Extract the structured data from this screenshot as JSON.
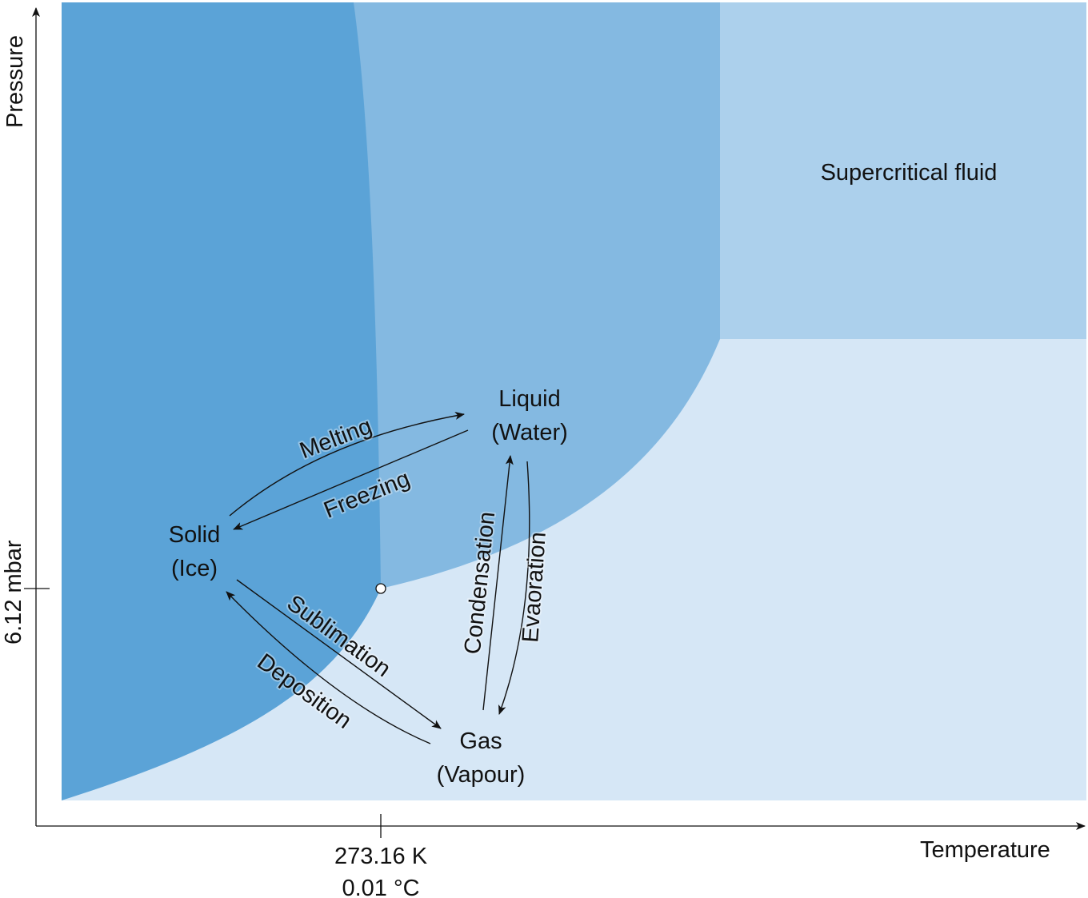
{
  "axes": {
    "x_label": "Temperature",
    "y_label": "Pressure",
    "x_tick": [
      "273.16 K",
      "0.01 °C"
    ],
    "y_tick": "6.12 mbar"
  },
  "regions": {
    "solid": [
      "Solid",
      "(Ice)"
    ],
    "liquid": [
      "Liquid",
      "(Water)"
    ],
    "gas": [
      "Gas",
      "(Vapour)"
    ],
    "supercritical": "Supercritical fluid"
  },
  "processes": {
    "melting": "Melting",
    "freezing": "Freezing",
    "sublimation": "Sublimation",
    "deposition": "Deposition",
    "condensation": "Condensation",
    "evaporation": "Evaoration"
  },
  "colors": {
    "solid": "#5ba3d7",
    "liquid": "#84b9e1",
    "supercritical": "#acd0ec",
    "gas": "#d6e7f6"
  }
}
